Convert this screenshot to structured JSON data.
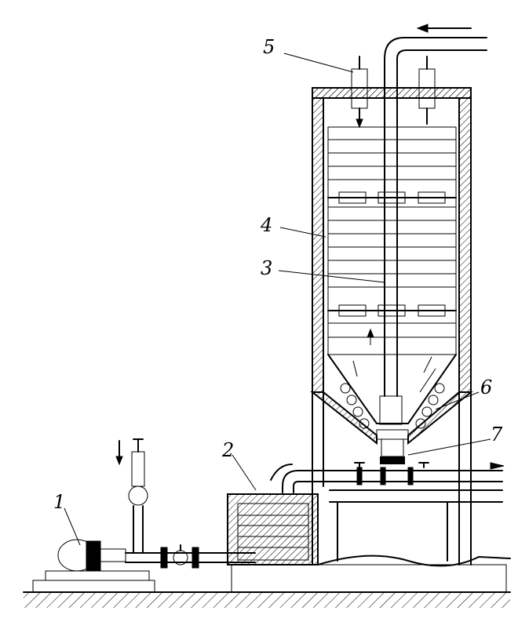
{
  "labels": {
    "pump_motor": "1",
    "feed_tank": "2",
    "central_shaft": "3",
    "packed_column": "4",
    "inlet_nozzle": "5",
    "cone_coil": "6",
    "outlet_valve": "7"
  }
}
